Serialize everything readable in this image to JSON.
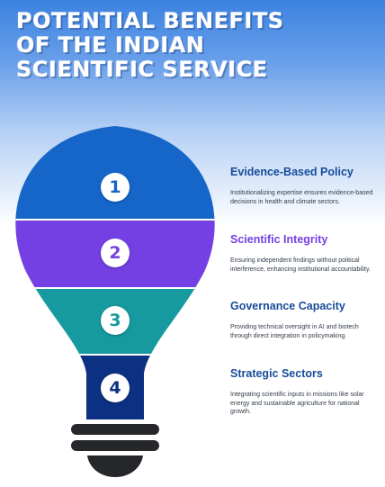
{
  "title": {
    "line1": "POTENTIAL BENEFITS",
    "line2": "OF THE INDIAN",
    "line3": "SCIENTIFIC SERVICE"
  },
  "benefits": [
    {
      "number": "1",
      "heading": "Evidence-Based Policy",
      "description": "Institutionalizing expertise ensures evidence-based decisions in health and climate sectors.",
      "color": "#1566c8"
    },
    {
      "number": "2",
      "heading": "Scientific Integrity",
      "description": "Ensuring independent findings without political interference, enhancing institutional accountability.",
      "color": "#7440e3"
    },
    {
      "number": "3",
      "heading": "Governance Capacity",
      "description": "Providing technical oversight in AI and biotech through direct integration in policymaking.",
      "color": "#179a9f"
    },
    {
      "number": "4",
      "heading": "Strategic Sectors",
      "description": "Integrating scientific inputs in missions like solar energy and sustainable agriculture for national growth.",
      "color": "#0d3182"
    }
  ],
  "colors": {
    "heading_blue": "#174c9a",
    "heading_purple": "#7440e3",
    "base_dark": "#26272b"
  }
}
